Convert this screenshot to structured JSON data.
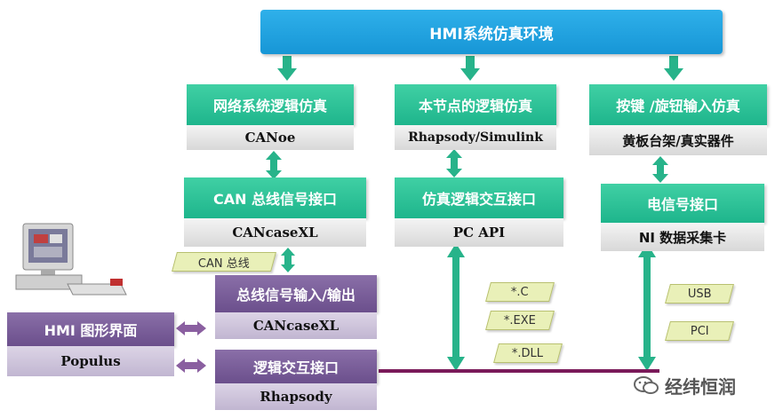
{
  "top_bar": {
    "label": "HMI系统仿真环境"
  },
  "columns": {
    "network": {
      "title": "网络系统逻辑仿真",
      "sub": "CANoe"
    },
    "node": {
      "title": "本节点的逻辑仿真",
      "sub": "Rhapsody/Simulink"
    },
    "buttons": {
      "title": "按键 /旋钮输入仿真",
      "sub": "黄板台架/真实器件"
    }
  },
  "interfaces": {
    "can": {
      "title": "CAN 总线信号接口",
      "sub": "CANcaseXL"
    },
    "sim": {
      "title": "仿真逻辑交互接口",
      "sub": "PC API"
    },
    "signal": {
      "title": "电信号接口",
      "sub": "NI 数据采集卡"
    }
  },
  "purple": {
    "bus_io": {
      "title": "总线信号输入/输出",
      "sub": "CANcaseXL"
    },
    "logic": {
      "title": "逻辑交互接口",
      "sub": "Rhapsody"
    },
    "hmi": {
      "title": "HMI 图形界面",
      "sub": "Populus"
    }
  },
  "tags": {
    "can_bus": "CAN 总线",
    "c": "*.C",
    "exe": "*.EXE",
    "dll": "*.DLL",
    "usb": "USB",
    "pci": "PCI"
  },
  "watermark": {
    "text": "经纬恒润"
  },
  "colors": {
    "blue": "#1796d6",
    "green": "#1eb58c",
    "purple": "#6b4f8c",
    "line": "#7a1a5a"
  }
}
